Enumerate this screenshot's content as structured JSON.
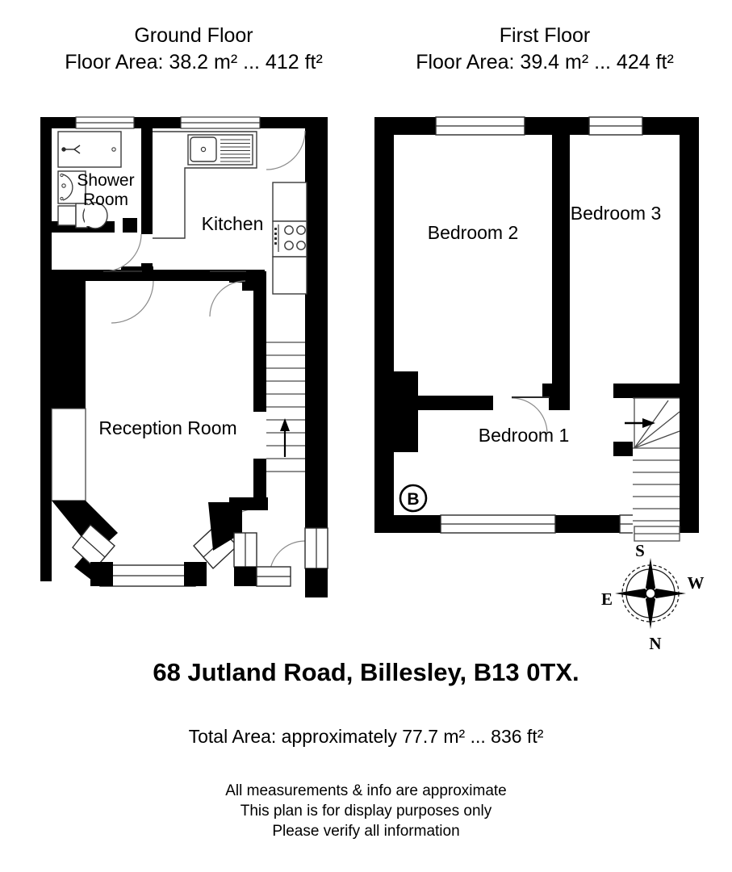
{
  "floors": [
    {
      "id": "ground",
      "title": "Ground Floor",
      "area_line": "Floor Area: 38.2 m² ... 412 ft²",
      "area_m2": "38.2",
      "area_ft2": "412",
      "rooms": [
        {
          "name": "shower-room",
          "label_line1": "Shower",
          "label_line2": "Room"
        },
        {
          "name": "kitchen",
          "label": "Kitchen"
        },
        {
          "name": "reception-room",
          "label": "Reception Room"
        }
      ],
      "fixtures": [
        "bath",
        "wash-basin",
        "toilet",
        "kitchen-sink",
        "hob",
        "staircase-up"
      ]
    },
    {
      "id": "first",
      "title": "First Floor",
      "area_line": "Floor Area: 39.4 m² ... 424 ft²",
      "area_m2": "39.4",
      "area_ft2": "424",
      "rooms": [
        {
          "name": "bedroom-2",
          "label": "Bedroom 2"
        },
        {
          "name": "bedroom-3",
          "label": "Bedroom 3"
        },
        {
          "name": "bedroom-1",
          "label": "Bedroom 1"
        }
      ],
      "markers": [
        {
          "name": "b-marker",
          "label": "B"
        }
      ],
      "fixtures": [
        "winder-staircase"
      ]
    }
  ],
  "compass": {
    "name": "compass-rose",
    "north": "N",
    "south": "S",
    "east": "E",
    "west": "W"
  },
  "footer": {
    "address": "68 Jutland Road, Billesley, B13 0TX.",
    "total_area": "Total Area: approximately 77.7 m² ... 836 ft²",
    "total_m2": "77.7",
    "total_ft2": "836",
    "disclaimer_line1": "All measurements & info are approximate",
    "disclaimer_line2": "This plan is for display purposes only",
    "disclaimer_line3": "Please verify all information"
  },
  "colors": {
    "wall": "#000000",
    "background": "#ffffff",
    "fixture_stroke": "#4a4a4a",
    "door_arc": "#888888"
  }
}
